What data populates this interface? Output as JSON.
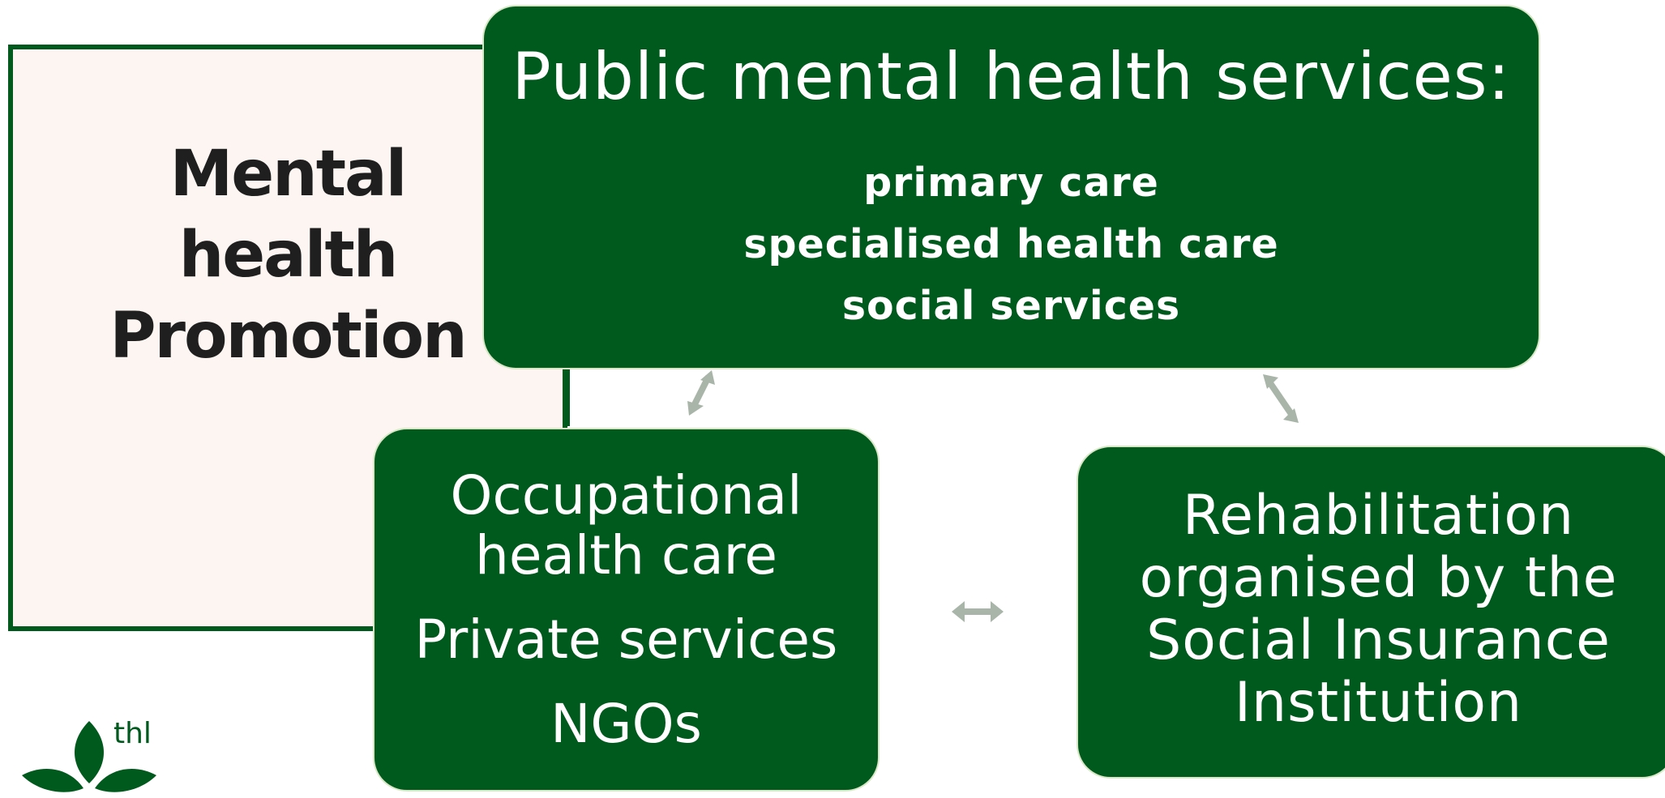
{
  "promotion": {
    "lines": [
      "Mental",
      "health",
      "Promotion"
    ]
  },
  "public_services": {
    "heading": "Public mental health services:",
    "items": [
      "primary care",
      "specialised health care",
      "social services"
    ]
  },
  "occupational": {
    "lines": [
      "Occupational",
      "health care",
      "Private services",
      "NGOs"
    ]
  },
  "rehabilitation": {
    "lines": [
      "Rehabilitation",
      "organised by the",
      "Social Insurance",
      "Institution"
    ]
  },
  "logo": {
    "text": "thl"
  },
  "colors": {
    "box_green": "#005a1e",
    "promo_bg": "#fdf5f1",
    "arrow_grey": "#a9b5a9"
  },
  "icons": {
    "arrows": "double-headed-arrow",
    "logo": "leaf-logo-icon"
  }
}
